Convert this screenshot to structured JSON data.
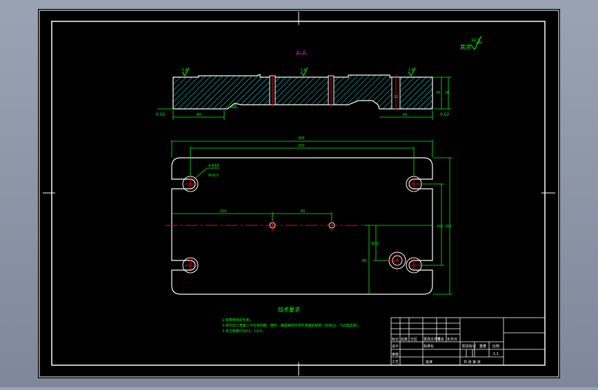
{
  "drawing": {
    "section_label": "A-A",
    "roughness_general": "其余",
    "roughness_general_value": "12.5",
    "roughness_values": [
      "1.6",
      "1.6",
      "1.6"
    ],
    "datum_left": "0.02",
    "datum_right": "0.02",
    "dimensions": {
      "overall_length": "300",
      "hole_spacing": "250",
      "height_outer": "200",
      "height_inner": "160",
      "hole_dia_note1": "4-Φ18",
      "hole_dia_note2": "Φ16.5",
      "offset_left": "150",
      "offset_mid": "80",
      "vert_small": "60.5",
      "vert_large": "90",
      "section_left": "80",
      "section_right": "60",
      "section_thick": "30",
      "section_step": "20",
      "section_radius": "R5",
      "section_slot": "12"
    },
    "tech_requirements": {
      "title": "技术要求",
      "items": [
        "1.锐角倒钝去毛刺。",
        "2.零件加工表面上不应有划痕、擦伤、磕碰等损伤零件表面的缺陷（如夹边、飞边需去除）。",
        "3.未注倒角均为C1，C0.5。"
      ]
    },
    "title_block": {
      "row_labels": [
        "标记",
        "处数",
        "分区",
        "更改文件号",
        "签名",
        "年月日"
      ],
      "design": "设计",
      "standardize": "标准化",
      "stage_mark": "阶段标记",
      "weight": "重量",
      "scale": "比例",
      "scale_value": "1:1",
      "review": "审核",
      "process": "工艺",
      "approve": "批准",
      "sheet": "共  张  第  张"
    }
  },
  "colors": {
    "background": "#000000",
    "outline": "#ffffff",
    "dimension": "#00ff00",
    "centerline": "#ff0000",
    "hatch": "#00ffff",
    "frame_bg": "#8a93a5"
  }
}
